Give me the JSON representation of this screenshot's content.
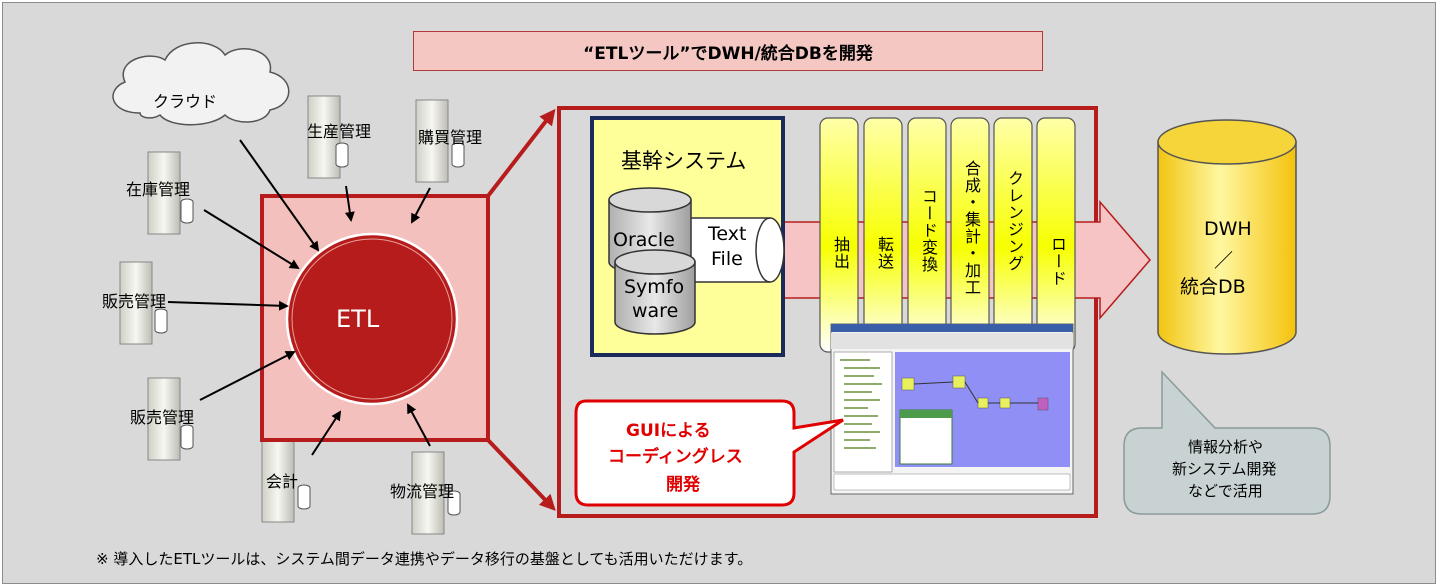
{
  "title": "“ETLツール”でDWH/統合DBを開発",
  "sources": {
    "cloud": "クラウド",
    "production": "生産管理",
    "purchasing": "購買管理",
    "inventory": "在庫管理",
    "sales1": "販売管理",
    "sales2": "販売管理",
    "accounting": "会計",
    "logistics": "物流管理"
  },
  "hub": "ETL",
  "core": {
    "title": "基幹システム",
    "db1": "Oracle",
    "db2_line1": "Symfo",
    "db2_line2": "ware",
    "file_line1": "Text",
    "file_line2": "File"
  },
  "steps": [
    "抽出",
    "転送",
    "コード変換",
    "合成・集計・加工",
    "クレンジング",
    "ロード"
  ],
  "gui_callout": {
    "line1": "GUIによる",
    "line2": "コーディングレス",
    "line3": "開発"
  },
  "dwh": {
    "line1": "DWH",
    "line2": "／",
    "line3": "統合DB"
  },
  "usage_callout": {
    "line1": "情報分析や",
    "line2": "新システム開発",
    "line3": "などで活用"
  },
  "footnote": "※ 導入したETLツールは、システム間データ連携やデータ移行の基盤としても活用いただけます。"
}
